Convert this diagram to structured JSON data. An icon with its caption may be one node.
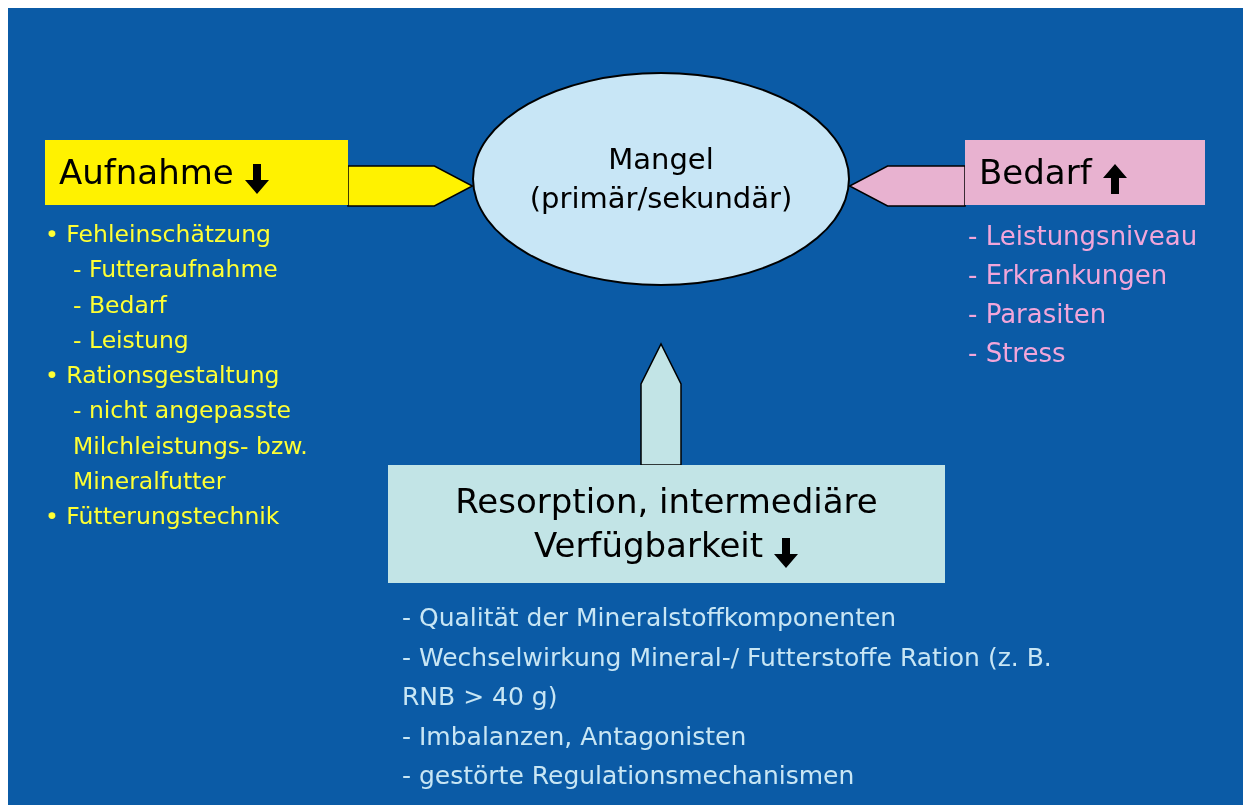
{
  "diagram": {
    "nodes": [
      {
        "text": [
          "Mangel (primär/sekundär)"
        ]
      },
      {
        "text": [
          "Aufnahme"
        ],
        "beside": [
          "• Fehleinschätzung",
          "- Futteraufnahme",
          "- Bedarf",
          "- Leistung",
          "• Rationsgestaltung",
          "- nicht angepasste Milchleistungs- bzw. Mineralfutter",
          "• Fütterungstechnik"
        ]
      },
      {
        "text": [
          "Bedarf"
        ],
        "beside": [
          "- Leistungsniveau",
          "- Erkrankungen",
          "- Parasiten",
          "- Stress"
        ]
      },
      {
        "text": [
          "Resorption, intermediäre Verfügbarkeit"
        ],
        "beside": [
          "- Qualität der Mineralstoffkomponenten",
          "- Wechselwirkung Mineral-/ Futterstoffe Ration  (z. B. RNB > 40 g)",
          "- Imbalanzen, Antagonisten",
          "- gestörte Regulationsmechanismen"
        ]
      }
    ],
    "edges": [
      {
        "from": 1,
        "to": 0,
        "arrow": "to"
      },
      {
        "from": 2,
        "to": 0,
        "arrow": "to"
      },
      {
        "from": 3,
        "to": 0,
        "arrow": "to"
      }
    ]
  }
}
